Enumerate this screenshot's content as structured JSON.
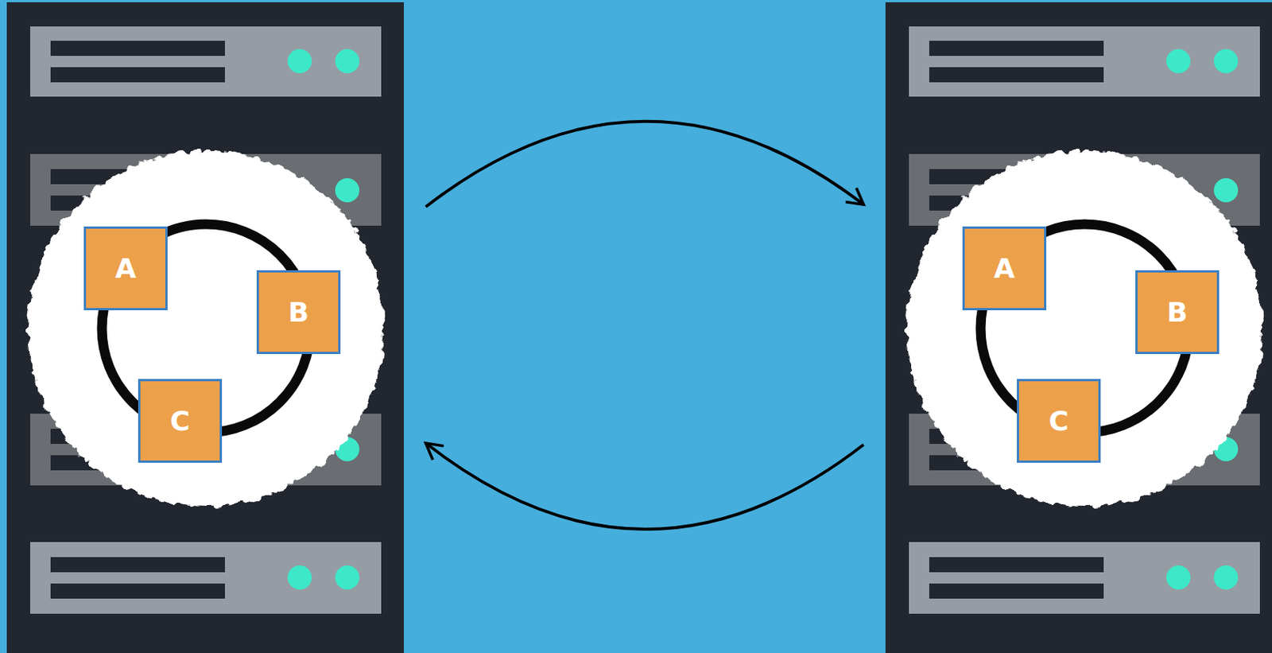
{
  "diagram": {
    "nodes": [
      {
        "text": []
      },
      {
        "text": [
          "A"
        ],
        "in": 0
      },
      {
        "text": [
          "B"
        ],
        "in": 0
      },
      {
        "text": [
          "C"
        ],
        "in": 0
      },
      {
        "text": []
      },
      {
        "text": [
          "A"
        ],
        "in": 4
      },
      {
        "text": [
          "B"
        ],
        "in": 4
      },
      {
        "text": [
          "C"
        ],
        "in": 4
      }
    ],
    "edges": [
      {
        "from": 0,
        "to": 4,
        "arrow": "to"
      },
      {
        "from": 4,
        "to": 0,
        "arrow": "to"
      }
    ]
  }
}
